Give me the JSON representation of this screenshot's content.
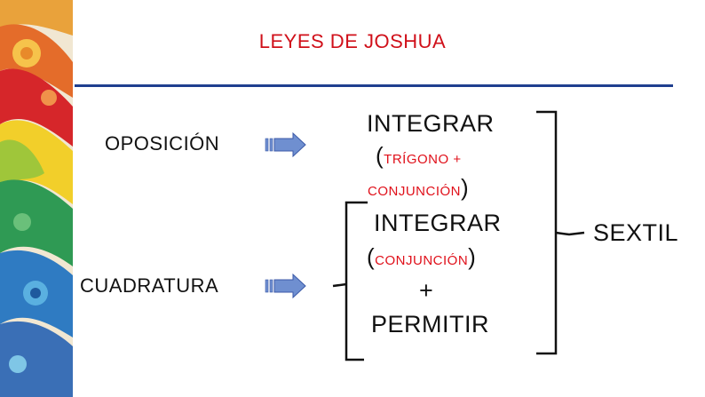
{
  "slide": {
    "title": "LEYES DE JOSHUA"
  },
  "left": {
    "opposition": "OPOSICIÓN",
    "square": "CUADRATURA"
  },
  "middle": {
    "block1": {
      "verb": "INTEGRAR",
      "open_paren": "(",
      "aspect_line1": "TRÍGONO +",
      "aspect_line2": "CONJUNCIÓN",
      "close_paren": ")"
    },
    "block2": {
      "verb": "INTEGRAR",
      "open_paren": "(",
      "aspect": "CONJUNCIÓN",
      "close_paren": ")",
      "plus": "+",
      "verb2": "PERMITIR"
    }
  },
  "right": {
    "result": "SEXTIL"
  },
  "colors": {
    "title": "#d0101a",
    "accent_red": "#e0101a",
    "rule": "#1f3f8f",
    "arrow_fill": "#6f8fd0",
    "arrow_stroke": "#3c5aa8"
  }
}
